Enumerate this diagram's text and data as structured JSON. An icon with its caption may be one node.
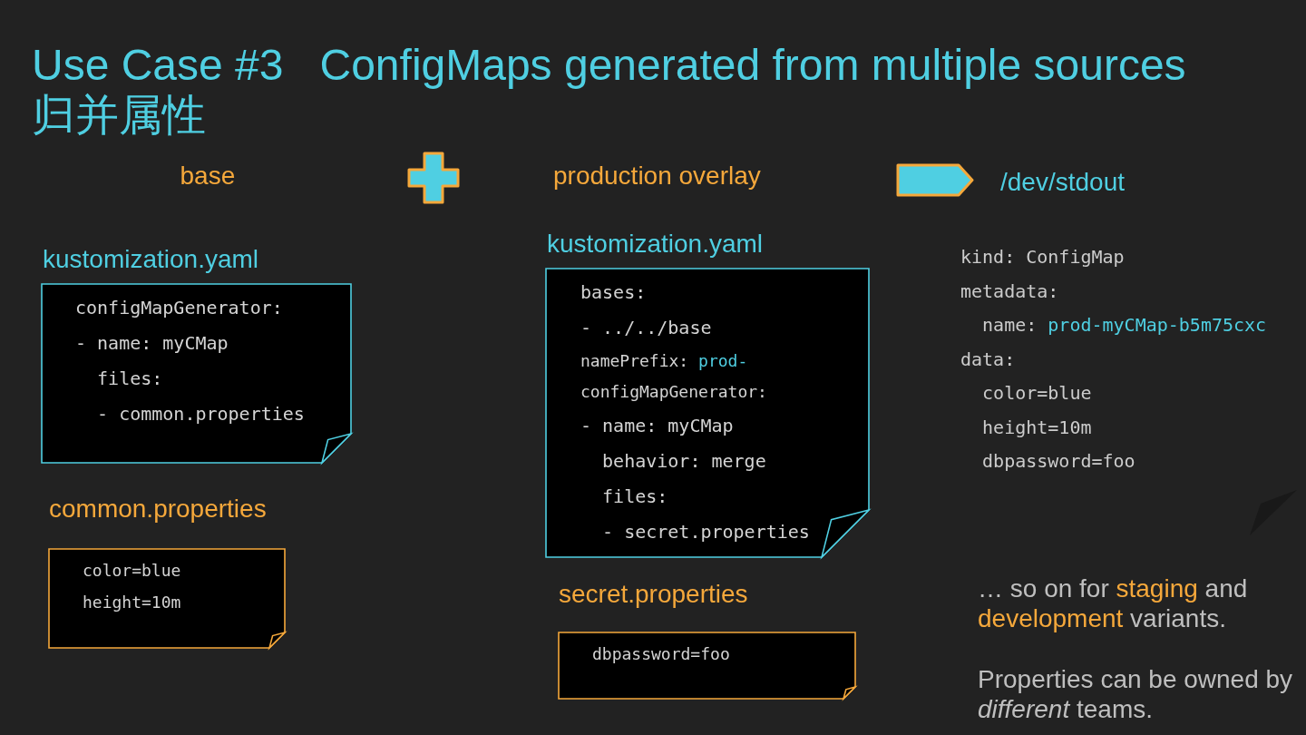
{
  "diagram": {
    "title": "Use Case #3   ConfigMaps generated from multiple sources 归并属性",
    "nodes": [
      {
        "text": [
          "kustomization.yaml",
          "configMapGenerator:",
          "- name: myCMap",
          "files:",
          "- common.properties"
        ]
      },
      {
        "text": [
          "common.properties",
          "color=blue",
          "height=10m"
        ]
      },
      {
        "text": [
          "kustomization.yaml",
          "bases:",
          "- ../../base",
          "namePrefix: prod-",
          "configMapGenerator:",
          "- name: myCMap",
          "behavior: merge",
          "files:",
          "- secret.properties"
        ]
      },
      {
        "text": [
          "secret.properties",
          "dbpassword=foo"
        ]
      }
    ],
    "labels": [
      "base",
      "production overlay",
      "/dev/stdout",
      "kind: ConfigMap",
      "metadata:",
      "name: prod-myCMap-b5m75cxc",
      "data:",
      "color=blue",
      "height=10m",
      "dbpassword=foo",
      "… so on for staging and development variants.",
      "Properties can be owned by *different* teams."
    ]
  }
}
